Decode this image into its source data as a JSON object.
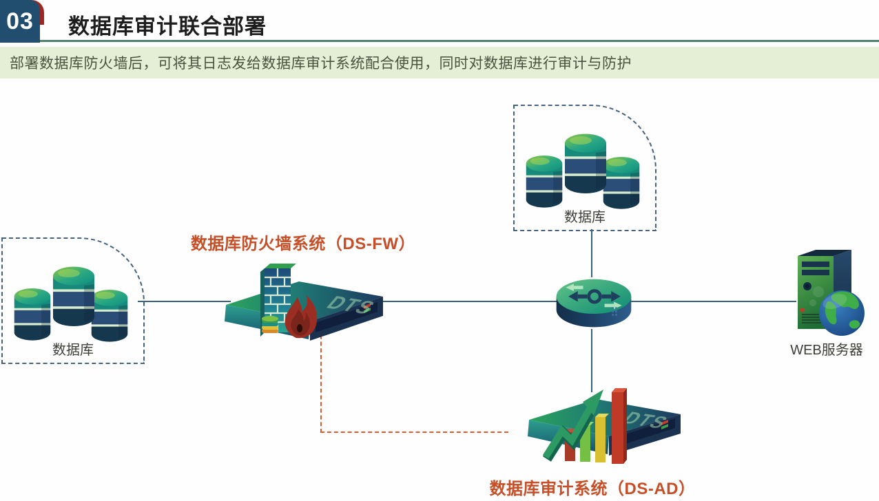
{
  "header": {
    "index": "03",
    "title": "数据库审计联合部署"
  },
  "banner": {
    "text": "部署数据库防火墙后，可将其日志发给数据库审计系统配合使用，同时对数据库进行审计与防护"
  },
  "diagram": {
    "db_left": {
      "label": "数据库"
    },
    "db_top": {
      "label": "数据库"
    },
    "firewall": {
      "label": "数据库防火墙系统（DS-FW）",
      "badge": "DTS"
    },
    "audit": {
      "label": "数据库审计系统（DS-AD）",
      "badge": "DTS"
    },
    "web_server": {
      "label": "WEB服务器"
    }
  },
  "colors": {
    "header_box_blue": "#214e6f",
    "header_accent_red": "#9d2823",
    "header_rule_teal": "#4f816b",
    "banner_bg_green": "#e5efd6",
    "label_orange": "#c64f28",
    "link_line_blue": "#395f80",
    "log_flow_dashed_orange": "#df5a2c",
    "dashed_box_border": "#44617d"
  }
}
